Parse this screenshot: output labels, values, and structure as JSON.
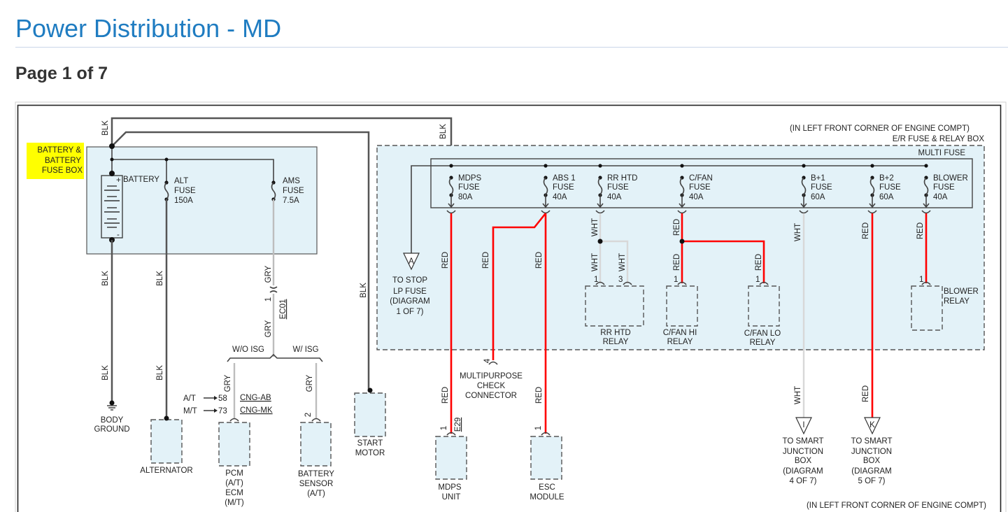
{
  "page": {
    "title": "Power Distribution - MD",
    "page_indicator": "Page 1 of 7"
  },
  "colors": {
    "title": "#1f7cc1",
    "red_wire": "#ff0000",
    "white_wire": "#d8d8d8",
    "gray_wire": "#bdbdbd",
    "black_wire": "#555555",
    "component_fill": "#e3f2f8",
    "highlight": "#ffff00"
  },
  "wire_codes": {
    "blk": "BLK",
    "red": "RED",
    "wht": "WHT",
    "gry": "GRY"
  },
  "battery_box": {
    "label": [
      "BATTERY &",
      "BATTERY",
      "FUSE BOX"
    ],
    "battery": "BATTERY",
    "plus": "+",
    "minus": "-",
    "alt_fuse": [
      "ALT",
      "FUSE",
      "150A"
    ],
    "ams_fuse": [
      "AMS",
      "FUSE",
      "7.5A"
    ]
  },
  "left_components": {
    "connector_ec01": {
      "pin": "1",
      "name": "EC01"
    },
    "branch_without_isg": "W/O ISG",
    "branch_with_isg": "W/ ISG",
    "at_label": "A/T",
    "at_pin": "58",
    "at_connector": "CNG-AB",
    "mt_label": "M/T",
    "mt_pin": "73",
    "mt_connector": "CNG-MK",
    "battery_sensor_pin": "2",
    "body_ground": [
      "BODY",
      "GROUND"
    ],
    "alternator": "ALTERNATOR",
    "pcm": [
      "PCM",
      "(A/T)",
      "ECM",
      "(M/T)"
    ],
    "battery_sensor": [
      "BATTERY",
      "SENSOR",
      "(A/T)"
    ],
    "start_motor": [
      "START",
      "MOTOR"
    ]
  },
  "er_box": {
    "location": "(IN LEFT FRONT CORNER OF ENGINE COMPT)",
    "name": "E/R FUSE & RELAY BOX",
    "multi_fuse": "MULTI FUSE",
    "fuses": [
      {
        "name": "MDPS",
        "word": "FUSE",
        "rating": "80A"
      },
      {
        "name": "ABS 1",
        "word": "FUSE",
        "rating": "40A"
      },
      {
        "name": "RR HTD",
        "word": "FUSE",
        "rating": "40A"
      },
      {
        "name": "C/FAN",
        "word": "FUSE",
        "rating": "40A"
      },
      {
        "name": "B+1",
        "word": "FUSE",
        "rating": "60A"
      },
      {
        "name": "B+2",
        "word": "FUSE",
        "rating": "60A"
      },
      {
        "name": "BLOWER",
        "word": "FUSE",
        "rating": "40A"
      }
    ],
    "to_stop": {
      "marker": "A",
      "lines": [
        "TO STOP",
        "LP FUSE",
        "(DIAGRAM",
        "1 OF 7)"
      ]
    },
    "rr_htd_relay": {
      "pin1": "1",
      "pin3": "3",
      "lines": [
        "RR HTD",
        "RELAY"
      ]
    },
    "cfan_hi_relay": {
      "pin": "1",
      "lines": [
        "C/FAN HI",
        "RELAY"
      ]
    },
    "cfan_lo_relay": {
      "pin": "1",
      "lines": [
        "C/FAN LO",
        "RELAY"
      ]
    },
    "blower_relay": {
      "pin": "1",
      "lines": [
        "BLOWER",
        "RELAY"
      ]
    }
  },
  "lower_components": {
    "multipurpose": {
      "pin": "4",
      "lines": [
        "MULTIPURPOSE",
        "CHECK",
        "CONNECTOR"
      ]
    },
    "mdps_unit": {
      "pin": "1",
      "connector": "E29",
      "lines": [
        "MDPS",
        "UNIT"
      ]
    },
    "esc_module": {
      "pin": "1",
      "lines": [
        "ESC",
        "MODULE"
      ]
    },
    "smart_jb_i": {
      "marker": "I",
      "lines": [
        "TO SMART",
        "JUNCTION",
        "BOX",
        "(DIAGRAM",
        "4 OF 7)"
      ]
    },
    "smart_jb_k": {
      "marker": "K",
      "lines": [
        "TO SMART",
        "JUNCTION",
        "BOX",
        "(DIAGRAM",
        "5 OF 7)"
      ]
    },
    "location": "(IN LEFT FRONT CORNER OF ENGINE COMPT)"
  }
}
